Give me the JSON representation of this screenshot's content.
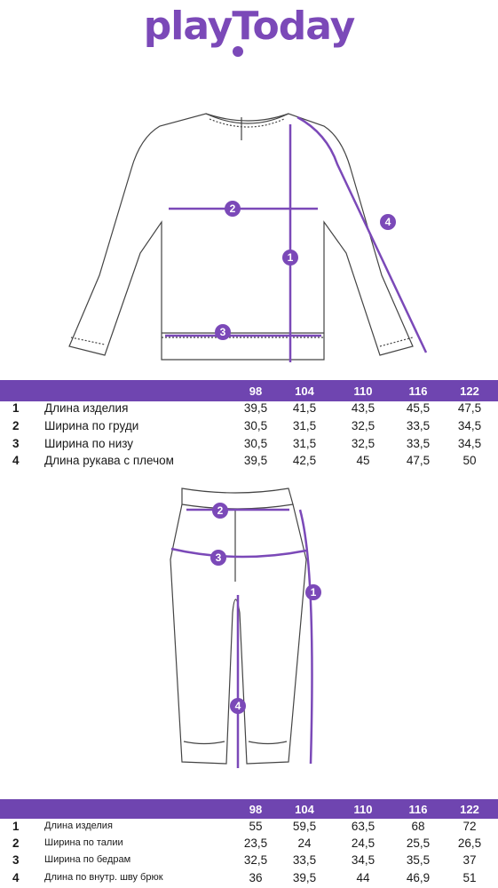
{
  "brand": {
    "logo_text": "playToday"
  },
  "colors": {
    "accent": "#6f45b0"
  },
  "sizes": [
    "98",
    "104",
    "110",
    "116",
    "122"
  ],
  "top_table": {
    "rows": [
      {
        "num": "1",
        "label": "Длина изделия",
        "values": [
          "39,5",
          "41,5",
          "43,5",
          "45,5",
          "47,5"
        ]
      },
      {
        "num": "2",
        "label": "Ширина по груди",
        "values": [
          "30,5",
          "31,5",
          "32,5",
          "33,5",
          "34,5"
        ]
      },
      {
        "num": "3",
        "label": "Ширина по низу",
        "values": [
          "30,5",
          "31,5",
          "32,5",
          "33,5",
          "34,5"
        ]
      },
      {
        "num": "4",
        "label": "Длина рукава с плечом",
        "values": [
          "39,5",
          "42,5",
          "45",
          "47,5",
          "50"
        ]
      }
    ]
  },
  "bottom_table": {
    "rows": [
      {
        "num": "1",
        "label": "Длина изделия",
        "values": [
          "55",
          "59,5",
          "63,5",
          "68",
          "72"
        ]
      },
      {
        "num": "2",
        "label": "Ширина по талии",
        "values": [
          "23,5",
          "24",
          "24,5",
          "25,5",
          "26,5"
        ]
      },
      {
        "num": "3",
        "label": "Ширина по бедрам",
        "values": [
          "32,5",
          "33,5",
          "34,5",
          "35,5",
          "37"
        ]
      },
      {
        "num": "4",
        "label": "Длина по внутр. шву брюк",
        "values": [
          "36",
          "39,5",
          "44",
          "46,9",
          "51"
        ]
      }
    ]
  },
  "markers": {
    "m1": "1",
    "m2": "2",
    "m3": "3",
    "m4": "4"
  }
}
